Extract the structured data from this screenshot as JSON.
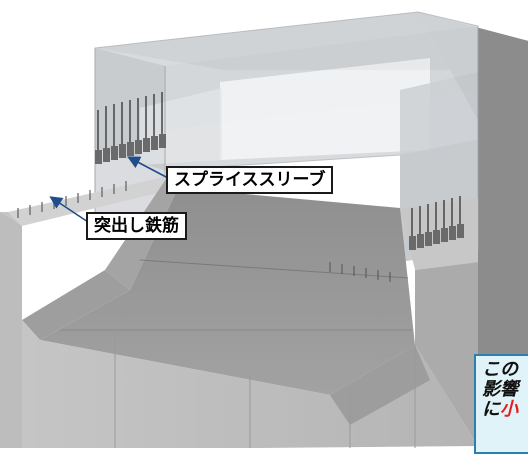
{
  "labels": {
    "splice_sleeve": "スプライススリーブ",
    "protruding_rebar": "突出し鉄筋"
  },
  "note": {
    "line1": "この",
    "line2": "影響",
    "line3_prefix": "に",
    "line3_highlight": "小"
  },
  "colors": {
    "concrete_light": "#c9c9c9",
    "concrete_mid": "#a9a9a9",
    "concrete_dark": "#8a8a8a",
    "translucent_block": "#bfc4c8",
    "arrow": "#1f4e8a",
    "note_bg": "#dff3f8",
    "note_border": "#2d7fb0",
    "highlight_red": "#e21e1e"
  }
}
